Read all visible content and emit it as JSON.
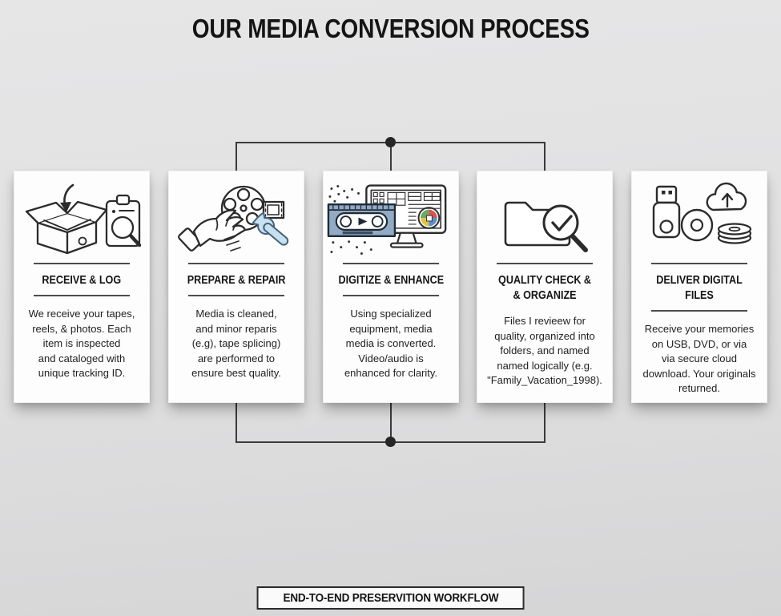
{
  "title": "OUR MEDIA CONVERSION PROCESS",
  "footer": {
    "label": "END-TO-END PRESERVITION WORKFLOW"
  },
  "cards": [
    {
      "icon": "open-box-and-clipboard-icon",
      "title": "RECEIVE & LOG",
      "body": "We receive your tapes,\nreels, & photos. Each\nitem is inspected\nand cataloged with\nunique tracking ID."
    },
    {
      "icon": "film-reel-hand-wrench-icon",
      "title": "PREPARE & REPAIR",
      "body": "Media is cleaned,\nand minor reparis\n(e.g), tape splicing)\nare performed to\nensure best quality."
    },
    {
      "icon": "vhs-tape-monitor-icon",
      "title": "DIGITIZE & ENHANCE",
      "body": "Using specialized\nequipment, media\nmedia is converted.\nVideo/audio is\nenhanced for clarity."
    },
    {
      "icon": "folder-magnifier-check-icon",
      "title": "QUALITY CHECK &\n& ORGANIZE",
      "body": "Files I revieew for\nquality, organized into\nfolders, and named\nnamed logically (e.g.\n\"Family_Vacation_1998)."
    },
    {
      "icon": "usb-disc-cloud-icon",
      "title": "DELIVER DIGITAL FILES",
      "body": "Receive your memories\non USB, DVD, or via\nvia secure cloud\ndownload. Your originals\nreturned."
    }
  ],
  "colors": {
    "background": "#e2e2e3",
    "card": "#fdfdfd",
    "line": "#3b3b3b",
    "ink": "#141414",
    "icon-blue": "#c9e0f0",
    "vhs-blue": "#92aac4"
  }
}
